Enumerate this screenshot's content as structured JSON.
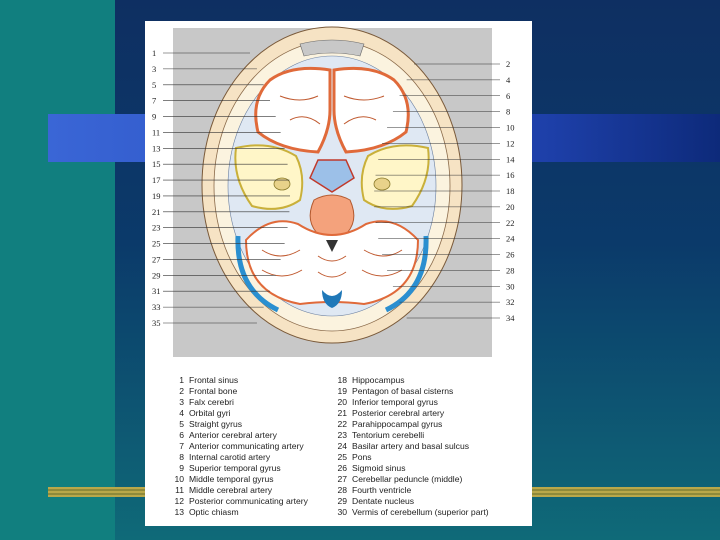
{
  "figure": {
    "left_numbers": [
      "1",
      "3",
      "5",
      "7",
      "9",
      "11",
      "13",
      "15",
      "17",
      "19",
      "21",
      "23",
      "25",
      "27",
      "29",
      "31",
      "33",
      "35"
    ],
    "right_numbers": [
      "2",
      "4",
      "6",
      "8",
      "10",
      "12",
      "14",
      "16",
      "18",
      "20",
      "22",
      "24",
      "26",
      "28",
      "30",
      "32",
      "34"
    ]
  },
  "legend": {
    "col1": [
      {
        "n": "1",
        "t": "Frontal sinus"
      },
      {
        "n": "2",
        "t": "Frontal bone"
      },
      {
        "n": "3",
        "t": "Falx cerebri"
      },
      {
        "n": "4",
        "t": "Orbital gyri"
      },
      {
        "n": "5",
        "t": "Straight gyrus"
      },
      {
        "n": "6",
        "t": "Anterior cerebral artery"
      },
      {
        "n": "7",
        "t": "Anterior communicating artery"
      },
      {
        "n": "8",
        "t": "Internal carotid artery"
      },
      {
        "n": "9",
        "t": "Superior temporal gyrus"
      },
      {
        "n": "10",
        "t": "Middle temporal gyrus"
      },
      {
        "n": "11",
        "t": "Middle cerebral artery"
      },
      {
        "n": "12",
        "t": "Posterior communicating artery"
      },
      {
        "n": "13",
        "t": "Optic chiasm"
      }
    ],
    "col2": [
      {
        "n": "18",
        "t": "Hippocampus"
      },
      {
        "n": "19",
        "t": "Pentagon of basal cisterns"
      },
      {
        "n": "20",
        "t": "Inferior temporal gyrus"
      },
      {
        "n": "21",
        "t": "Posterior cerebral artery"
      },
      {
        "n": "22",
        "t": "Parahippocampal gyrus"
      },
      {
        "n": "23",
        "t": "Tentorium cerebelli"
      },
      {
        "n": "24",
        "t": "Basilar artery and basal sulcus"
      },
      {
        "n": "25",
        "t": "Pons"
      },
      {
        "n": "26",
        "t": "Sigmoid sinus"
      },
      {
        "n": "27",
        "t": "Cerebellar peduncle (middle)"
      },
      {
        "n": "28",
        "t": "Fourth ventricle"
      },
      {
        "n": "29",
        "t": "Dentate nucleus"
      },
      {
        "n": "30",
        "t": "Vermis of cerebellum (superior part)"
      }
    ]
  },
  "colors": {
    "skin": "#f6e3c4",
    "bone": "#fbf3df",
    "cortex": "#ffffff",
    "gyri": "#e06a3a",
    "temporal": "#fff6c8",
    "csf": "#8fb6e2",
    "pons": "#f4a27c",
    "sinus": "#2a8fd0"
  }
}
